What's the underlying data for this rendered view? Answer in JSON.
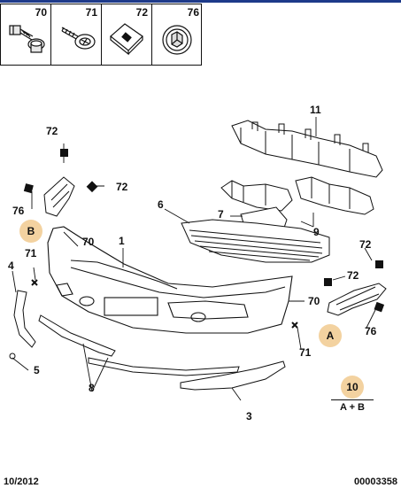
{
  "legend": {
    "items": [
      {
        "number": "70",
        "icon": "bolt-with-washer-icon"
      },
      {
        "number": "71",
        "icon": "self-tapping-screw-icon"
      },
      {
        "number": "72",
        "icon": "square-clip-nut-icon"
      },
      {
        "number": "76",
        "icon": "round-push-fastener-icon"
      }
    ]
  },
  "callouts": {
    "p1": "1",
    "p3": "3",
    "p4": "4",
    "p5": "5",
    "p6": "6",
    "p7": "7",
    "p8": "8",
    "p9": "9",
    "p11": "11",
    "f70_left": "70",
    "f70_right": "70",
    "f71_left": "71",
    "f71_right": "71",
    "f72_top_left": "72",
    "f72_mid_left": "72",
    "f72_top_right": "72",
    "f72_mid_right": "72",
    "f76_left": "76",
    "f76_right": "76"
  },
  "markers": {
    "a": "A",
    "b": "B"
  },
  "kit": {
    "number": "10",
    "formula": "A + B"
  },
  "footer": {
    "date": "10/2012",
    "reference": "00003358"
  },
  "colors": {
    "marker_fill": "#f3d2a0",
    "header_line": "#1e3a8a",
    "ink": "#111111"
  }
}
